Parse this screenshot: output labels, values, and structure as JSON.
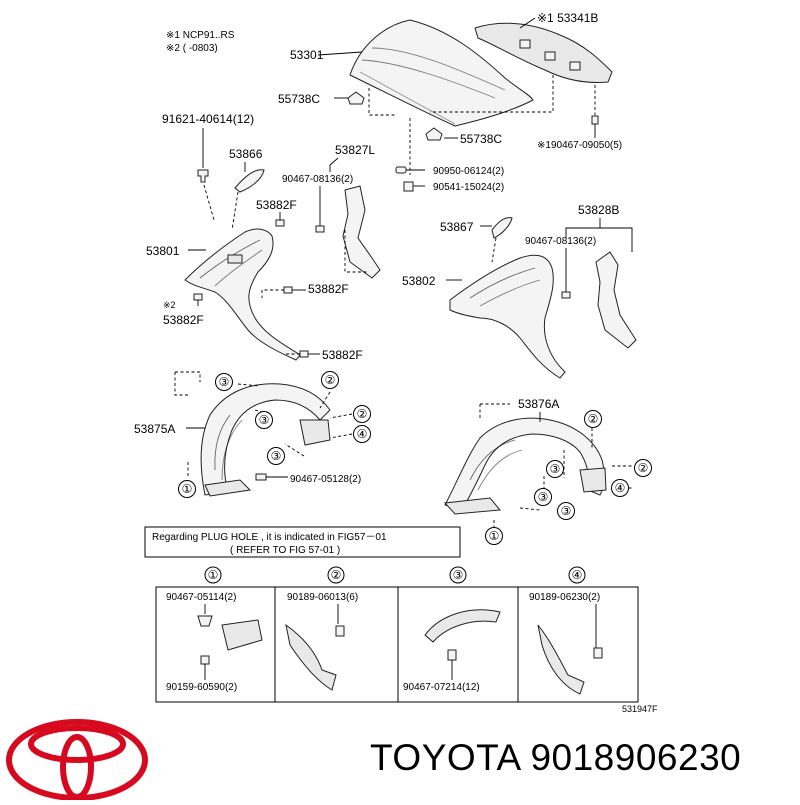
{
  "notes": {
    "note1": "※1 NCP91..RS",
    "note2": "※2 (      -0803)"
  },
  "labels": {
    "hood": "53301",
    "hood_insulator": "※1 53341B",
    "clip_hood_left": "55738C",
    "clip_hood_right": "55738C",
    "clip_insulator": "※190467-09050(5)",
    "bolt_91621": "91621-40614(12)",
    "part_53866": "53866",
    "part_53827L": "53827L",
    "clip_90467_08136_l": "90467-08136(2)",
    "part_90950": "90950-06124(2)",
    "part_90541": "90541-15024(2)",
    "part_53882F_a": "53882F",
    "part_53801": "53801",
    "part_53867": "53867",
    "part_53828B": "53828B",
    "clip_90467_08136_r": "90467-08136(2)",
    "part_53802": "53802",
    "part_53882F_b": "53882F",
    "note2_mark": "※2",
    "part_53882F_c": "53882F",
    "part_53882F_d": "53882F",
    "liner_53875A": "53875A",
    "liner_53876A": "53876A",
    "clip_90467_05128": "90467-05128(2)"
  },
  "circled": {
    "c1": "①",
    "c2": "②",
    "c3": "③",
    "c4": "④"
  },
  "plug_note": {
    "line1": "Regarding  PLUG HOLE  , it is indicated  in  FIG57－01",
    "line2": "( REFER TO FIG 57-01 )"
  },
  "detail_table": {
    "headers": [
      "①",
      "②",
      "③",
      "④"
    ],
    "cells": [
      {
        "top": "90467-05114(2)",
        "bottom": "90159-60590(2)"
      },
      {
        "top": "90189-06013(6)",
        "bottom": ""
      },
      {
        "top": "",
        "bottom": "90467-07214(12)"
      },
      {
        "top": "90189-06230(2)",
        "bottom": ""
      }
    ]
  },
  "figure_code": "531947F",
  "brand": {
    "name": "TOYOTA",
    "part_number": "9018906230",
    "text": "TOYOTA 9018906230",
    "logo_color": "#d7091f"
  }
}
